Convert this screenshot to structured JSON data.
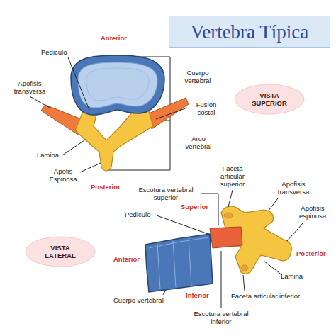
{
  "diagram": {
    "title": "Vertebra Típica",
    "nodes": [
      {
        "text": [
          "VISTA SUPERIOR"
        ]
      },
      {
        "text": [
          "VISTA LATERAL"
        ]
      }
    ],
    "labels": [
      "Anterior",
      "Pediculo",
      "Apofisis transversa",
      "Cuerpo vertebral",
      "Fusion costal",
      "Arco vertebral",
      "Lamina",
      "Apofis Espinosa",
      "Posterior",
      "Faceta articular superior",
      "Apofisis transversa",
      "Escotura vertebral superior",
      "Apofisis espinosa",
      "Pediculo",
      "Superior",
      "Posterior",
      "Anterior",
      "Inferior",
      "Lamina",
      "Cuerpo vertebral",
      "Faceta articular inferior",
      "Escotura vertebral inferior"
    ]
  }
}
